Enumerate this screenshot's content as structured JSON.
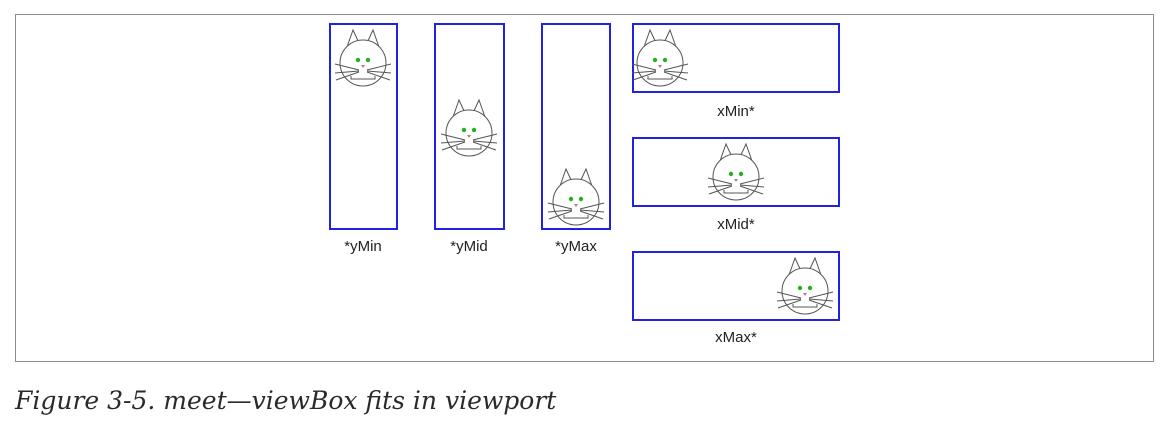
{
  "figure": {
    "labels": [
      "*yMin",
      "*yMid",
      "*yMax",
      "xMin*",
      "xMid*",
      "xMax*"
    ],
    "caption": "Figure 3-5. meet—viewBox fits in viewport"
  },
  "colors": {
    "viewport_border": "#1f22e0",
    "cat_eyes": "#23b023",
    "cat_outline": "#555555",
    "frame_border": "#8c8c8c"
  }
}
